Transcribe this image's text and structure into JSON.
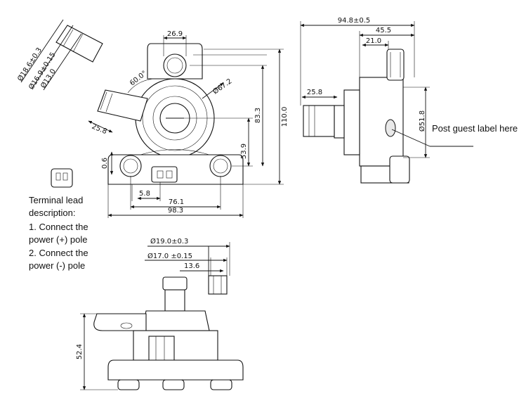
{
  "front_view": {
    "dims": {
      "top_width": "26.9",
      "angle": "60.0°",
      "diameter_body": "Ø67.2",
      "height_83": "83.3",
      "height_110": "110.0",
      "height_53": "53.9",
      "outlet_len": "25.8",
      "offset": "0.6",
      "connector_width": "5.8",
      "mount_spacing": "76.1",
      "base_width": "98.3",
      "pipe_d1": "Ø18.6±0.3",
      "pipe_d2": "Ø16.9±0.15",
      "pipe_d3": "Ø13.0"
    }
  },
  "side_view": {
    "dims": {
      "total_length": "94.8±0.5",
      "length_45": "45.5",
      "length_21": "21.0",
      "inlet_len": "25.8",
      "diameter_51": "Ø51.8"
    },
    "note": "Post guest label here"
  },
  "bottom_view": {
    "dims": {
      "d19": "Ø19.0±0.3",
      "d17": "Ø17.0 ±0.15",
      "len_13": "13.6",
      "height_52": "52.4"
    }
  },
  "terminal": {
    "title_line1": "Terminal lead",
    "title_line2": "description:",
    "item1_line1": "1. Connect the",
    "item1_line2": "power (+) pole",
    "item2_line1": "2. Connect the",
    "item2_line2": "power (-) pole"
  }
}
